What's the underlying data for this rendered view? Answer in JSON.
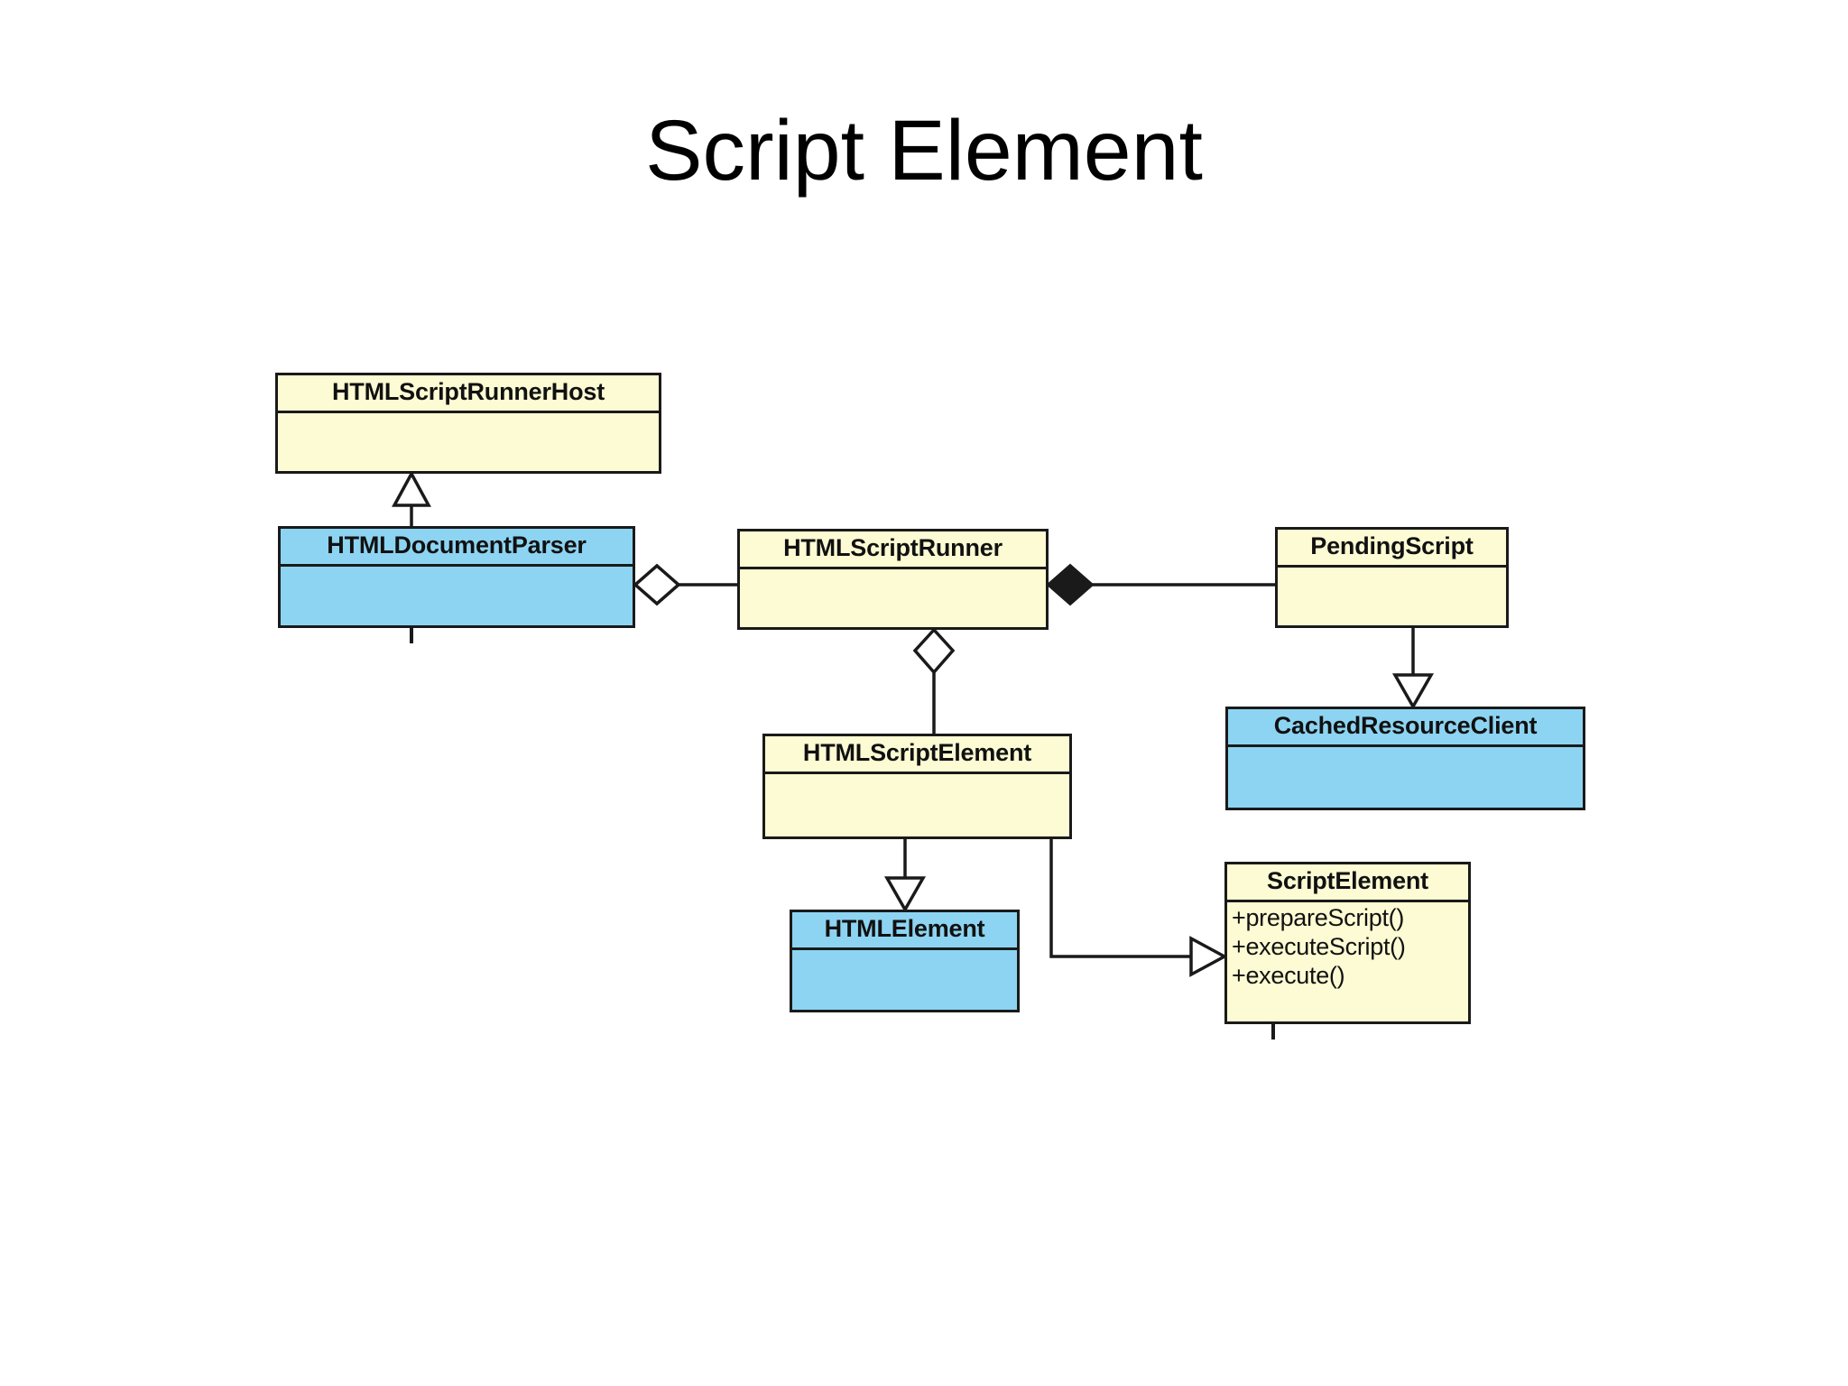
{
  "slide": {
    "title": "Script Element",
    "background_color": "#FFFFFF"
  },
  "palette": {
    "class_fill_yellow": "#FCFBD3",
    "class_fill_blue": "#8DD4F2",
    "border": "#1A1A1A",
    "text": "#111111"
  },
  "diagram": {
    "type": "uml-class-diagram",
    "classes": [
      {
        "id": "html-script-runner-host",
        "name": "HTMLScriptRunnerHost",
        "fill": "yellow",
        "members": []
      },
      {
        "id": "html-document-parser",
        "name": "HTMLDocumentParser",
        "fill": "blue",
        "members": []
      },
      {
        "id": "html-script-runner",
        "name": "HTMLScriptRunner",
        "fill": "yellow",
        "members": []
      },
      {
        "id": "pending-script",
        "name": "PendingScript",
        "fill": "yellow",
        "members": []
      },
      {
        "id": "cached-resource-client",
        "name": "CachedResourceClient",
        "fill": "blue",
        "members": []
      },
      {
        "id": "html-script-element",
        "name": "HTMLScriptElement",
        "fill": "yellow",
        "members": []
      },
      {
        "id": "html-element",
        "name": "HTMLElement",
        "fill": "blue",
        "members": []
      },
      {
        "id": "script-element",
        "name": "ScriptElement",
        "fill": "yellow",
        "members": [
          "+prepareScript()",
          "+executeScript()",
          "+execute()"
        ]
      }
    ],
    "relations": [
      {
        "id": "parser-inherits-runnerhost",
        "from": "html-document-parser",
        "to": "html-script-runner-host",
        "kind": "generalization",
        "marker": "hollow-triangle"
      },
      {
        "id": "parser-aggregates-runner",
        "from": "html-document-parser",
        "to": "html-script-runner",
        "kind": "aggregation",
        "marker": "hollow-diamond"
      },
      {
        "id": "runner-composes-pendingscript",
        "from": "html-script-runner",
        "to": "pending-script",
        "kind": "composition",
        "marker": "filled-diamond"
      },
      {
        "id": "runner-aggregates-scriptelement",
        "from": "html-script-runner",
        "to": "html-script-element",
        "kind": "aggregation",
        "marker": "hollow-diamond"
      },
      {
        "id": "pendingscript-implements-cachedresourceclient",
        "from": "pending-script",
        "to": "cached-resource-client",
        "kind": "realization",
        "marker": "hollow-triangle"
      },
      {
        "id": "htmlscriptelement-inherits-htmlelement",
        "from": "html-script-element",
        "to": "html-element",
        "kind": "generalization",
        "marker": "hollow-triangle"
      },
      {
        "id": "htmlscriptelement-implements-scriptelement",
        "from": "html-script-element",
        "to": "script-element",
        "kind": "realization",
        "marker": "hollow-triangle"
      }
    ]
  }
}
